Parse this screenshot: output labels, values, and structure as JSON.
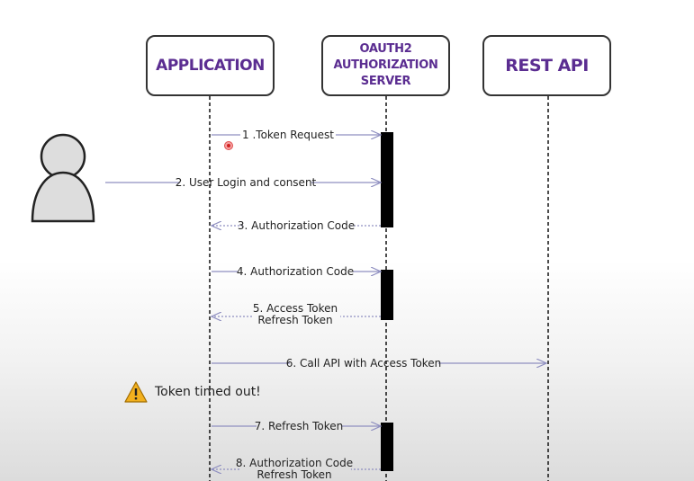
{
  "participants": {
    "application": "APPLICATION",
    "auth_server": "OAUTH2\nAUTHORIZATION\nSERVER",
    "rest_api": "REST API"
  },
  "messages": [
    {
      "line1": "1 .Token Request",
      "line2": ""
    },
    {
      "line1": "2. User Login and consent",
      "line2": ""
    },
    {
      "line1": "3. Authorization Code",
      "line2": ""
    },
    {
      "line1": "4. Authorization Code",
      "line2": ""
    },
    {
      "line1": "5. Access Token",
      "line2": "Refresh Token"
    },
    {
      "line1": "6. Call API with Access Token",
      "line2": ""
    },
    {
      "line1": "7. Refresh Token",
      "line2": ""
    },
    {
      "line1": "8. Authorization Code",
      "line2": "Refresh Token"
    }
  ],
  "warning": {
    "text": "Token timed out!",
    "icon": "warning-icon"
  },
  "colors": {
    "participant_text": "#5b2d91",
    "arrow": "#8f8fc0",
    "lifeline": "#111111",
    "activation": "#000000"
  }
}
